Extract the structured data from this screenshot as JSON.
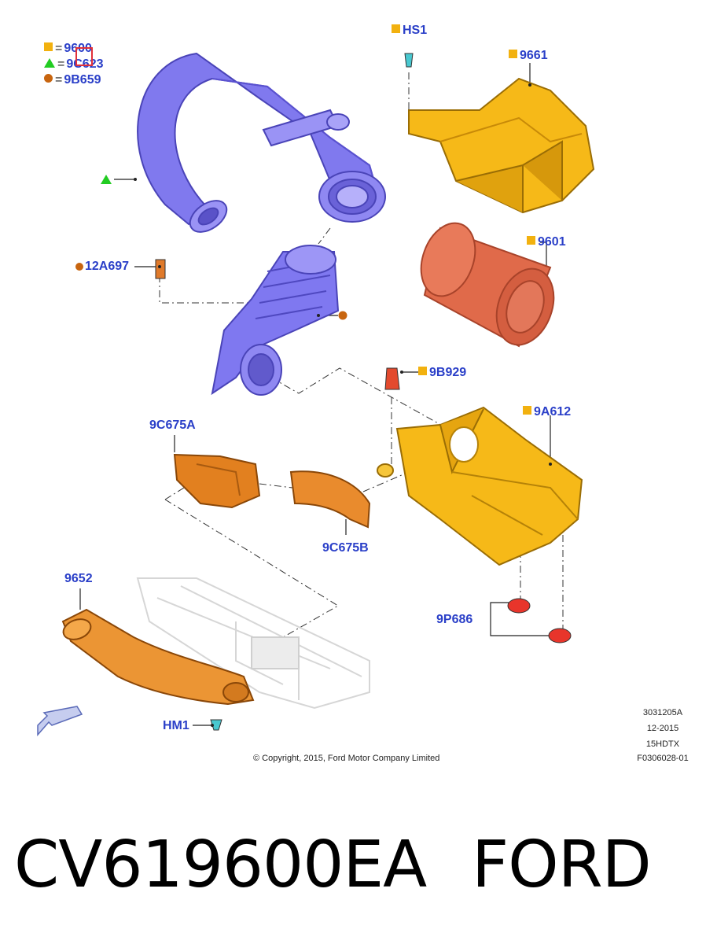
{
  "legend": [
    {
      "symbol": "square",
      "color": "#f2b10f",
      "code": "9600"
    },
    {
      "symbol": "triangle",
      "color": "#22cc22",
      "code": "9C623"
    },
    {
      "symbol": "circle",
      "color": "#c8650f",
      "code": "9B659"
    }
  ],
  "parts": {
    "hs1": "HS1",
    "p9661": "9661",
    "p9601": "9601",
    "p12a697": "12A697",
    "p9b929": "9B929",
    "p9a612": "9A612",
    "p9c675a": "9C675A",
    "p9c675b": "9C675B",
    "p9652": "9652",
    "p9p686": "9P686",
    "hm1": "HM1"
  },
  "colors": {
    "label_blue": "#2a3fc8",
    "intake_purple": "#7f78f0",
    "housing_yellow": "#f2b10f",
    "filter_red": "#e06a4a",
    "duct_orange": "#e98b2d",
    "grommet_red": "#e8352b"
  },
  "meta": {
    "code": "3031205A",
    "date": "12-2015",
    "model": "15HDTX",
    "figure": "F0306028-01"
  },
  "copyright": "© Copyright, 2015, Ford Motor Company Limited",
  "caption": {
    "part_number": "CV619600EA",
    "brand": "FORD"
  },
  "icons": [
    "direction-arrow-icon"
  ]
}
